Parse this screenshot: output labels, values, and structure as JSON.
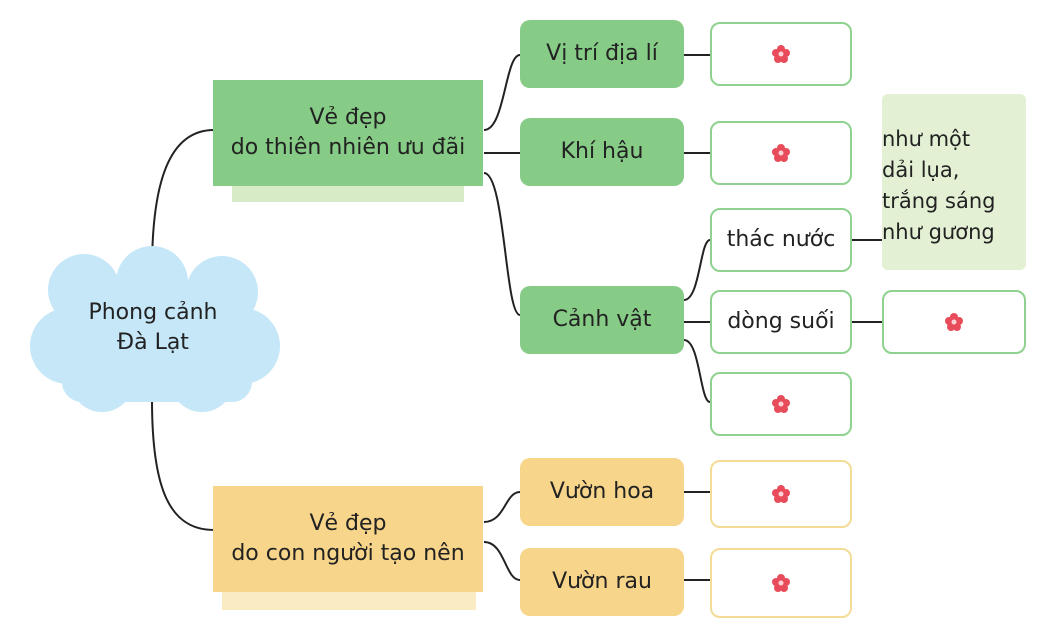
{
  "root": {
    "line1": "Phong cảnh",
    "line2": "Đà Lạt"
  },
  "branch_nature": {
    "line1": "Vẻ đẹp",
    "line2": "do thiên nhiên ưu đãi"
  },
  "branch_human": {
    "line1": "Vẻ đẹp",
    "line2": "do con người tạo nên"
  },
  "nature_items": [
    "Vị trí địa lí",
    "Khí hậu",
    "Cảnh vật"
  ],
  "scenery_items": [
    "thác nước",
    "dòng suối"
  ],
  "human_items": [
    "Vườn hoa",
    "Vườn rau"
  ],
  "note": {
    "line1": "như một",
    "line2": "dải lụa,",
    "line3": "trắng sáng",
    "line4": "như gương"
  },
  "colors": {
    "cloud": "#c5e7f8",
    "green": "#86cc86",
    "yellow": "#f7d58a",
    "note_bg": "#e3f0d4",
    "flower": "#e84c5a",
    "line": "#222222"
  },
  "placeholder_icon": "flower-icon"
}
